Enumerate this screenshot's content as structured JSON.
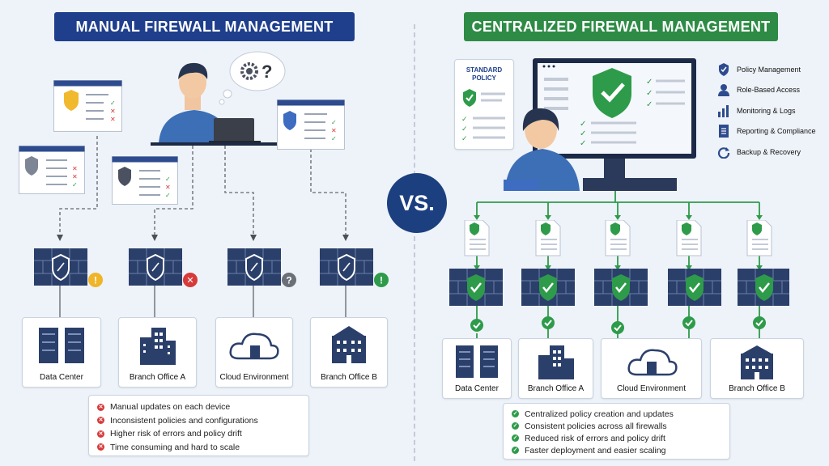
{
  "left": {
    "title": "MANUAL FIREWALL MANAGEMENT",
    "sites": [
      "Data Center",
      "Branch Office A",
      "Cloud Environment",
      "Branch Office B"
    ],
    "bullets": [
      "Manual updates on each device",
      "Inconsistent policies and configurations",
      "Higher risk of errors and policy drift",
      "Time consuming and hard to scale"
    ],
    "status_icons": [
      "warning",
      "error",
      "unknown",
      "ok"
    ]
  },
  "right": {
    "title": "CENTRALIZED FIREWALL MANAGEMENT",
    "policy_doc": "STANDARD POLICY",
    "features": [
      "Policy Management",
      "Role-Based Access",
      "Monitoring & Logs",
      "Reporting & Compliance",
      "Backup & Recovery"
    ],
    "sites": [
      "Data Center",
      "Branch Office A",
      "Cloud Environment",
      "Branch Office B"
    ],
    "bullets": [
      "Centralized policy creation and updates",
      "Consistent policies across all firewalls",
      "Reduced risk of errors and policy drift",
      "Faster deployment and easier scaling"
    ]
  },
  "vs": "VS.",
  "colors": {
    "manual_title": "#1f3f8c",
    "central_title": "#2e8b45",
    "firewall": "#2b3f6b",
    "ok": "#2e9b4a",
    "error": "#d63a3a",
    "warning": "#f0b429"
  }
}
